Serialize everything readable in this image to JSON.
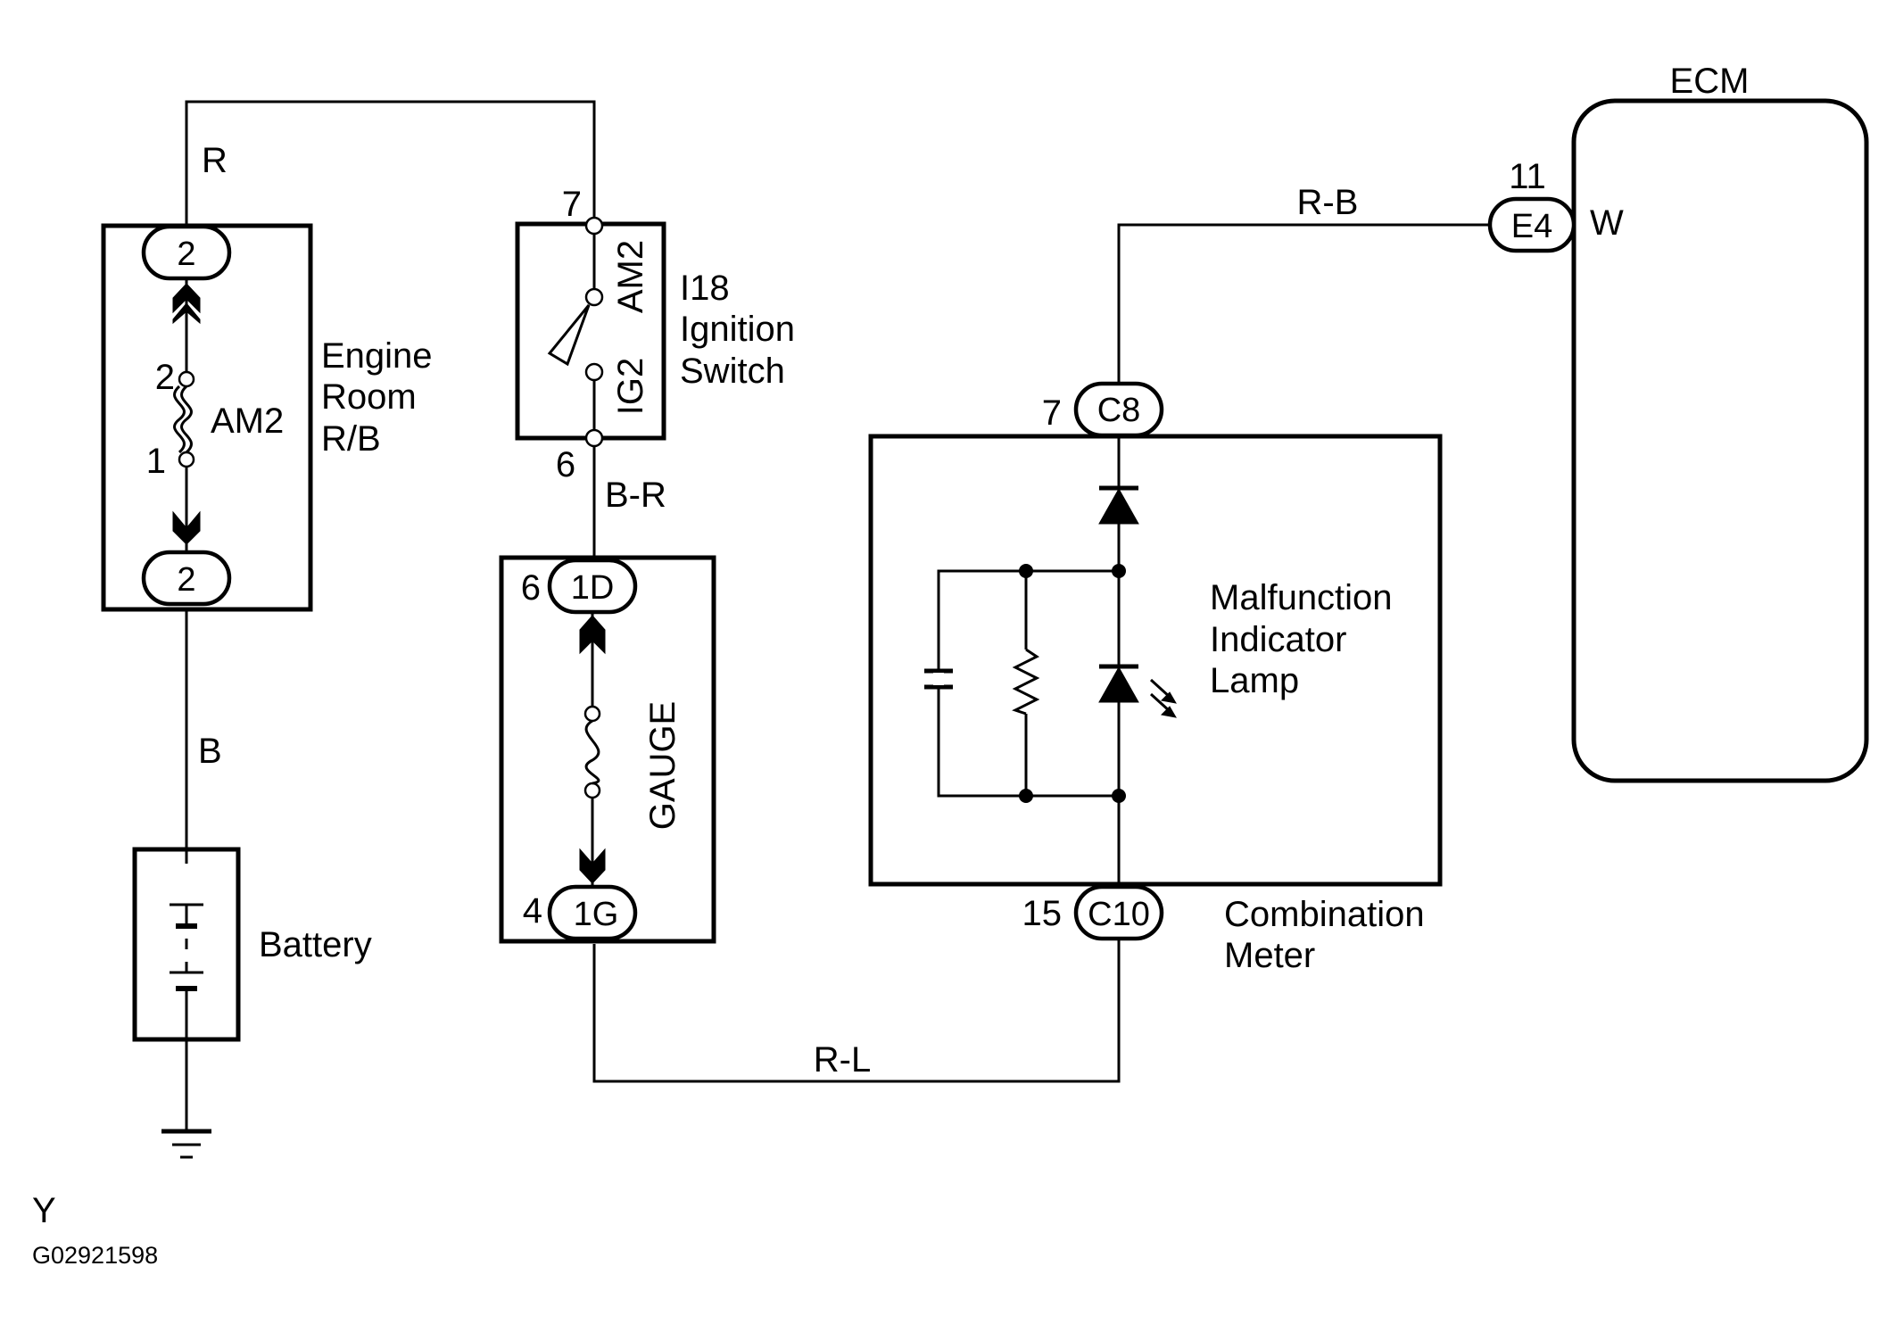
{
  "components": {
    "engine_room_rb": {
      "label_lines": [
        "Engine",
        "Room",
        "R/B"
      ],
      "fuse": "AM2",
      "pin_top": "2",
      "pin_bottom": "2",
      "fuse_pin_top": "2",
      "fuse_pin_bottom": "1"
    },
    "ignition_switch": {
      "label_lines": [
        "I18",
        "Ignition",
        "Switch"
      ],
      "am2": "AM2",
      "ig2": "IG2",
      "pin_top": "7",
      "pin_bottom": "6"
    },
    "gauge_fuse": {
      "label": "GAUGE",
      "connector_top": "1D",
      "pin_top": "6",
      "connector_bottom": "1G",
      "pin_bottom": "4"
    },
    "battery": {
      "label": "Battery"
    },
    "combination_meter": {
      "label_lines": [
        "Combination",
        "Meter"
      ],
      "connector_top": "C8",
      "pin_top": "7",
      "connector_bottom": "C10",
      "pin_bottom": "15"
    },
    "mil": {
      "label_lines": [
        "Malfunction",
        "Indicator",
        "Lamp"
      ]
    },
    "ecm": {
      "label": "ECM",
      "connector": "E4",
      "pin": "11",
      "terminal": "W"
    }
  },
  "wires": {
    "r": "R",
    "b": "B",
    "b_r": "B-R",
    "r_b": "R-B",
    "r_l": "R-L"
  },
  "footer": {
    "code_letter": "Y",
    "figure_id": "G02921598"
  }
}
